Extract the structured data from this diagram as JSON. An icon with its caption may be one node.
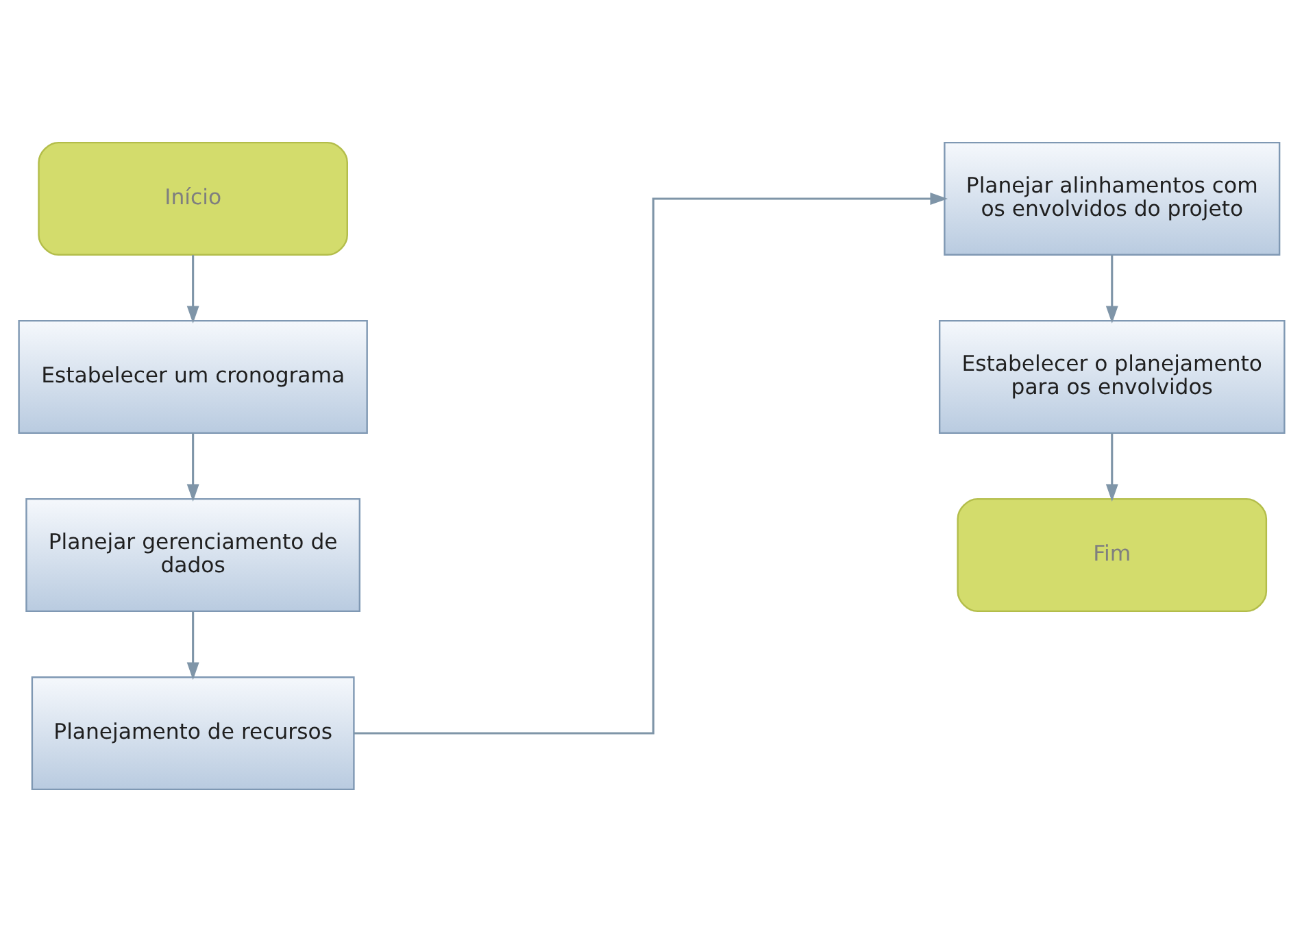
{
  "diagram": {
    "nodes": [
      {
        "text": [
          "Início"
        ]
      },
      {
        "text": [
          "Estabelecer um cronograma"
        ]
      },
      {
        "text": [
          "Planejar gerenciamento de dados"
        ]
      },
      {
        "text": [
          "Planejamento de recursos"
        ]
      },
      {
        "text": [
          "Planejar alinhamentos com os envolvidos do projeto"
        ]
      },
      {
        "text": [
          "Estabelecer o planejamento para os envolvidos"
        ]
      },
      {
        "text": [
          "Fim"
        ]
      }
    ],
    "edges": [
      {
        "from": 0,
        "to": 1,
        "arrow": "to"
      },
      {
        "from": 1,
        "to": 2,
        "arrow": "to"
      },
      {
        "from": 2,
        "to": 3,
        "arrow": "to"
      },
      {
        "from": 3,
        "to": 4,
        "arrow": "to"
      },
      {
        "from": 4,
        "to": 5,
        "arrow": "to"
      },
      {
        "from": 5,
        "to": 6,
        "arrow": "to"
      }
    ]
  }
}
